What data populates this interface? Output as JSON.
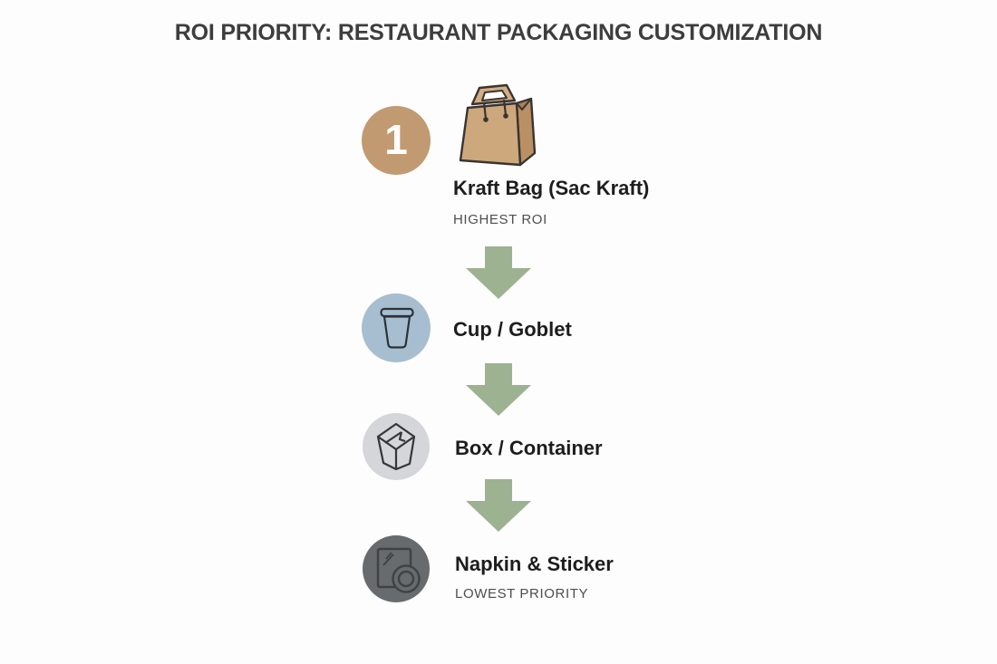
{
  "title": "ROI PRIORITY: RESTAURANT PACKAGING CUSTOMIZATION",
  "arrow_color": "#9cb291",
  "colors": {
    "rank_badge_bg": "#c19a72",
    "cup_badge_bg": "#a6bed0",
    "box_badge_bg": "#d4d6d9",
    "napkin_badge_bg": "#686b6e",
    "bag_front": "#cda87c",
    "bag_side": "#b89064",
    "bag_handle": "#d3ae83"
  },
  "items": [
    {
      "rank": "1",
      "label": "Kraft Bag (Sac Kraft)",
      "sublabel": "HIGHEST ROI",
      "icon": "kraft-bag-icon"
    },
    {
      "label": "Cup / Goblet",
      "icon": "cup-icon"
    },
    {
      "label": "Box / Container",
      "icon": "takeout-box-icon"
    },
    {
      "label": "Napkin & Sticker",
      "sublabel": "LOWEST PRIORITY",
      "icon": "napkin-sticker-icon"
    }
  ]
}
